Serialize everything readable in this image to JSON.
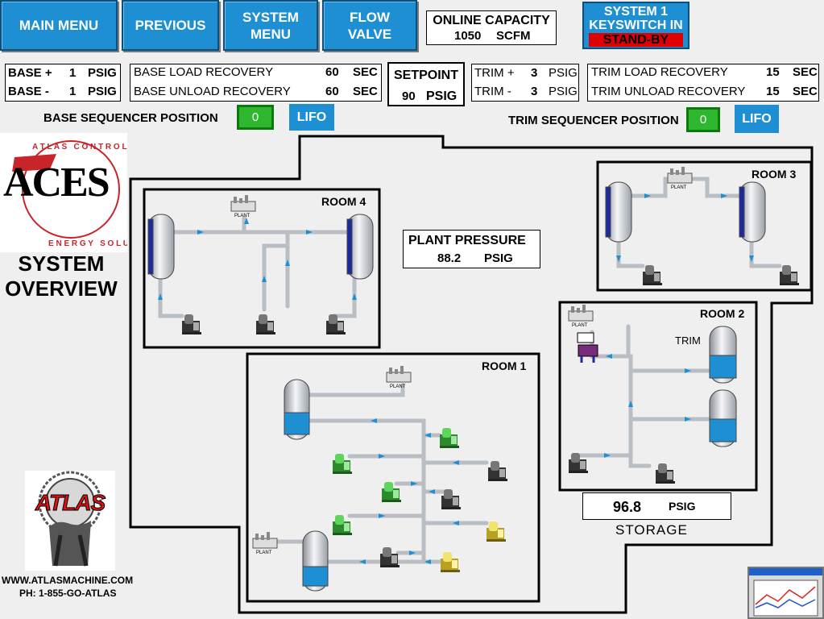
{
  "nav": {
    "main_menu": "MAIN MENU",
    "previous": "PREVIOUS",
    "system_menu_1": "SYSTEM",
    "system_menu_2": "MENU",
    "flow_valve_1": "FLOW",
    "flow_valve_2": "VALVE"
  },
  "capacity": {
    "label": "ONLINE CAPACITY",
    "value": "1050",
    "unit": "SCFM"
  },
  "keyswitch": {
    "line1": "SYSTEM 1",
    "line2": "KEYSWITCH IN",
    "status": "STAND-BY"
  },
  "base": {
    "plus_label": "BASE +",
    "plus_value": "1",
    "plus_unit": "PSIG",
    "minus_label": "BASE -",
    "minus_value": "1",
    "minus_unit": "PSIG",
    "load_label": "BASE LOAD RECOVERY",
    "load_value": "60",
    "load_unit": "SEC",
    "unload_label": "BASE UNLOAD RECOVERY",
    "unload_value": "60",
    "unload_unit": "SEC",
    "seq_label": "BASE SEQUENCER POSITION",
    "seq_value": "0",
    "seq_mode": "LIFO"
  },
  "setpoint": {
    "label": "SETPOINT",
    "value": "90",
    "unit": "PSIG"
  },
  "trim": {
    "plus_label": "TRIM +",
    "plus_value": "3",
    "plus_unit": "PSIG",
    "minus_label": "TRIM -",
    "minus_value": "3",
    "minus_unit": "PSIG",
    "load_label": "TRIM LOAD RECOVERY",
    "load_value": "15",
    "load_unit": "SEC",
    "unload_label": "TRIM UNLOAD RECOVERY",
    "unload_value": "15",
    "unload_unit": "SEC",
    "seq_label": "TRIM SEQUENCER POSITION",
    "seq_value": "0",
    "seq_mode": "LIFO"
  },
  "logo": {
    "aces": "ACES",
    "ring_text": "ATLAS CONTROL ENERGY SOLUTION",
    "atlas": "ATLAS"
  },
  "title": {
    "line1": "SYSTEM",
    "line2": "OVERVIEW"
  },
  "plant_pressure": {
    "label": "PLANT PRESSURE",
    "value": "88.2",
    "unit": "PSIG"
  },
  "rooms": {
    "room1": "ROOM 1",
    "room2": "ROOM 2",
    "room3": "ROOM 3",
    "room4": "ROOM 4",
    "trim_tag": "TRIM"
  },
  "storage": {
    "value": "96.8",
    "unit": "PSIG",
    "label": "STORAGE"
  },
  "plant_tag": "PLANT",
  "footer": {
    "website": "WWW.ATLASMACHINE.COM",
    "phone": "PH: 1-855-GO-ATLAS"
  },
  "colors": {
    "button": "#1e8fd3",
    "green": "#2fb82f",
    "standby": "#e00000",
    "tank_fill": "#1e8fd3"
  },
  "icons": [
    "compressor-icon",
    "tank-icon",
    "plant-icon",
    "trend-chart-icon"
  ]
}
